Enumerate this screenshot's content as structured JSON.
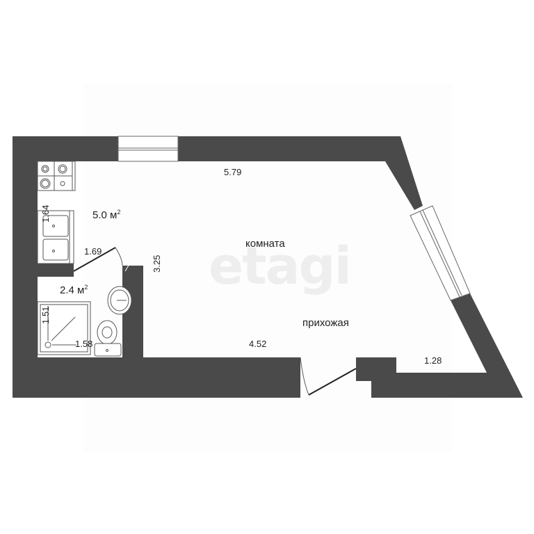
{
  "watermark": "etagi",
  "colors": {
    "wall": "#4a4a4a",
    "line": "#555555",
    "background": "#ffffff"
  },
  "rooms": {
    "kitchen": {
      "area_value": "5.0 м",
      "area_sup": "2"
    },
    "bathroom": {
      "area_value": "2.4 м",
      "area_sup": "2"
    },
    "main_room": {
      "label": "комната"
    },
    "hallway": {
      "label": "прихожая"
    }
  },
  "dimensions": {
    "top_wall": "5.79",
    "kitchen_side": "1.64",
    "kitchen_door": "1.69",
    "partition": "3.25",
    "bath_side": "1.51",
    "bath_width": "1.58",
    "bottom_wall": "4.52",
    "hall_right": "1.28"
  },
  "icons": [
    "stove-icon",
    "sink-icon",
    "shower-icon",
    "washbasin-icon",
    "toilet-icon",
    "window-icon",
    "door-icon"
  ]
}
